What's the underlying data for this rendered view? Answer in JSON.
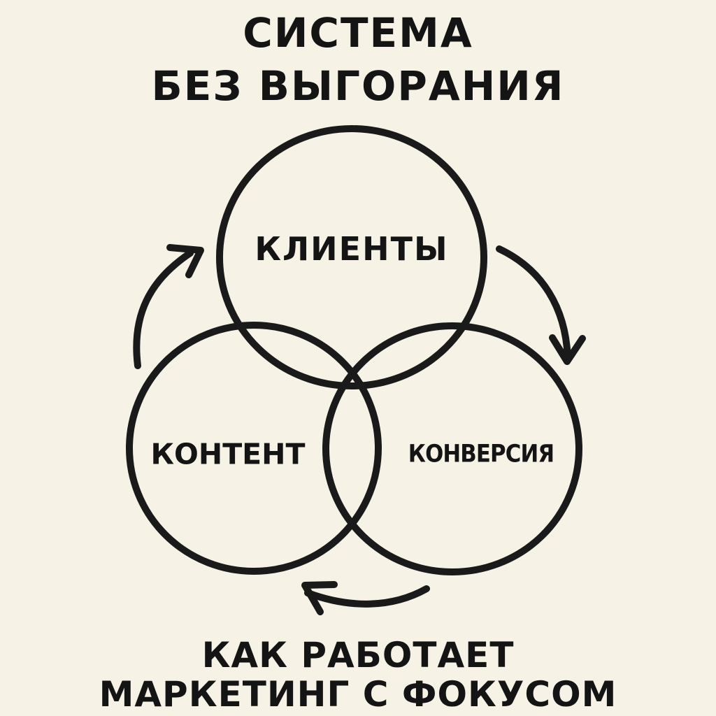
{
  "title": {
    "line1": "СИСТЕМА",
    "line2": "БЕЗ ВЫГОРАНИЯ"
  },
  "diagram": {
    "type": "venn-cycle",
    "circles": [
      {
        "id": "clients",
        "label": "КЛИЕНТЫ",
        "position": "top"
      },
      {
        "id": "content",
        "label": "КОНТЕНТ",
        "position": "bottom-left"
      },
      {
        "id": "conversion",
        "label": "КОНВЕРСИЯ",
        "position": "bottom-right"
      }
    ],
    "arrows": [
      {
        "from": "content",
        "to": "clients",
        "position": "left",
        "direction": "clockwise"
      },
      {
        "from": "clients",
        "to": "conversion",
        "position": "right",
        "direction": "clockwise"
      },
      {
        "from": "conversion",
        "to": "content",
        "position": "bottom",
        "direction": "clockwise"
      }
    ],
    "stroke_color": "#1a1a1a",
    "background_color": "#f7f2e6"
  },
  "footer": {
    "line1": "КАК РАБОТАЕТ",
    "line2": "МАРКЕТИНГ С ФОКУСОМ"
  }
}
